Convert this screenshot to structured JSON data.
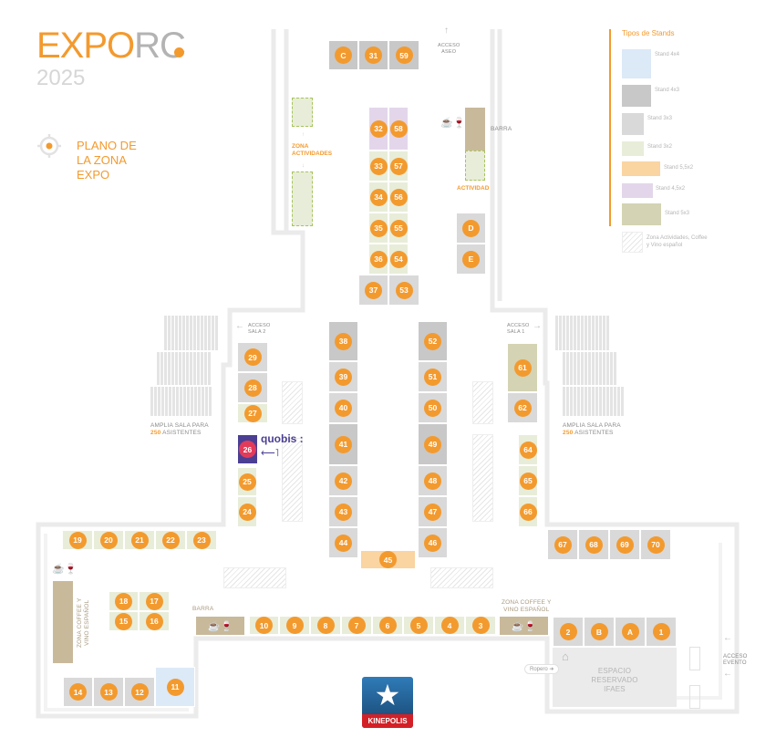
{
  "header": {
    "title_expo": "EXPO",
    "title_rc": "RC",
    "year": "2025",
    "subtitle_lines": [
      "PLANO DE",
      "LA ZONA",
      "EXPO"
    ]
  },
  "legend": {
    "title": "Tipos de Stands",
    "items": [
      {
        "label": "Stand 4x4",
        "color": "#dce9f7"
      },
      {
        "label": "Stand 4x3",
        "color": "#c8c8c8"
      },
      {
        "label": "Stand 3x3",
        "color": "#d9d9d9"
      },
      {
        "label": "Stand 3x2",
        "color": "#e8edd9"
      },
      {
        "label": "Stand 5,5x2",
        "color": "#fad4a1"
      },
      {
        "label": "Stand 4,5x2",
        "color": "#e3d6ea"
      },
      {
        "label": "Stand 5x3",
        "color": "#d4d3b3"
      },
      {
        "label": "Zona Actividades, Coffee y Vino español",
        "color": "hatched"
      }
    ]
  },
  "labels": {
    "acceso_aseo": [
      "ACCESO",
      "ASEO"
    ],
    "zona_actividades": [
      "ZONA",
      "ACTIVIDADES"
    ],
    "barra_top": "BARRA",
    "actividad": "ACTIVIDAD",
    "acceso_sala2": [
      "ACCESO",
      "SALA 2"
    ],
    "acceso_sala1": [
      "ACCESO",
      "SALA 1"
    ],
    "sala_left": {
      "line1": "AMPLIA SALA PARA",
      "count": "250",
      "rest": "ASISTENTES"
    },
    "sala_right": {
      "line1": "AMPLIA SALA PARA",
      "count": "250",
      "rest": "ASISTENTES"
    },
    "barra_bottom": "BARRA",
    "zona_coffee_right": [
      "ZONA COFFEE Y",
      "VINO ESPAÑOL"
    ],
    "zona_coffee_left": [
      "ZONA COFFEE Y",
      "VINO ESPAÑOL"
    ],
    "ropero": "Ropero",
    "espacio": [
      "ESPACIO",
      "RESERVADO",
      "IFAES"
    ],
    "acceso_evento": [
      "ACCESO",
      "EVENTO"
    ],
    "quobis": "quobis",
    "kinepolis": "KINEPOLIS"
  },
  "accent_color": "#f39a2e",
  "stands": [
    {
      "id": "C",
      "type": "4x3"
    },
    {
      "id": "31",
      "type": "4x3"
    },
    {
      "id": "59",
      "type": "4x3"
    },
    {
      "id": "32",
      "type": "4,5x2"
    },
    {
      "id": "58",
      "type": "4,5x2"
    },
    {
      "id": "33",
      "type": "3x2"
    },
    {
      "id": "57",
      "type": "3x2"
    },
    {
      "id": "34",
      "type": "3x2"
    },
    {
      "id": "56",
      "type": "3x2"
    },
    {
      "id": "35",
      "type": "3x2"
    },
    {
      "id": "55",
      "type": "3x2"
    },
    {
      "id": "36",
      "type": "3x2"
    },
    {
      "id": "54",
      "type": "3x2"
    },
    {
      "id": "37",
      "type": "3x3"
    },
    {
      "id": "53",
      "type": "3x3"
    },
    {
      "id": "D",
      "type": "3x3"
    },
    {
      "id": "E",
      "type": "3x3"
    },
    {
      "id": "38",
      "type": "4x3"
    },
    {
      "id": "39",
      "type": "3x3"
    },
    {
      "id": "40",
      "type": "3x3"
    },
    {
      "id": "41",
      "type": "4x3"
    },
    {
      "id": "42",
      "type": "3x3"
    },
    {
      "id": "43",
      "type": "3x3"
    },
    {
      "id": "44",
      "type": "3x3"
    },
    {
      "id": "52",
      "type": "4x3"
    },
    {
      "id": "51",
      "type": "3x3"
    },
    {
      "id": "50",
      "type": "3x3"
    },
    {
      "id": "49",
      "type": "4x3"
    },
    {
      "id": "48",
      "type": "3x3"
    },
    {
      "id": "47",
      "type": "3x3"
    },
    {
      "id": "46",
      "type": "3x3"
    },
    {
      "id": "45",
      "type": "5,5x2"
    },
    {
      "id": "29",
      "type": "3x3"
    },
    {
      "id": "28",
      "type": "3x3"
    },
    {
      "id": "27",
      "type": "3x2"
    },
    {
      "id": "26",
      "type": "quobis"
    },
    {
      "id": "25",
      "type": "3x2"
    },
    {
      "id": "24",
      "type": "3x2"
    },
    {
      "id": "61",
      "type": "5x3"
    },
    {
      "id": "62",
      "type": "3x3"
    },
    {
      "id": "64",
      "type": "3x2"
    },
    {
      "id": "65",
      "type": "3x2"
    },
    {
      "id": "66",
      "type": "3x2"
    },
    {
      "id": "67",
      "type": "3x3"
    },
    {
      "id": "68",
      "type": "3x3"
    },
    {
      "id": "69",
      "type": "3x3"
    },
    {
      "id": "70",
      "type": "3x3"
    },
    {
      "id": "19",
      "type": "3x2"
    },
    {
      "id": "20",
      "type": "3x2"
    },
    {
      "id": "21",
      "type": "3x2"
    },
    {
      "id": "22",
      "type": "3x2"
    },
    {
      "id": "23",
      "type": "3x2"
    },
    {
      "id": "18",
      "type": "3x2"
    },
    {
      "id": "17",
      "type": "3x2"
    },
    {
      "id": "15",
      "type": "3x2"
    },
    {
      "id": "16",
      "type": "3x2"
    },
    {
      "id": "14",
      "type": "3x3"
    },
    {
      "id": "13",
      "type": "3x3"
    },
    {
      "id": "12",
      "type": "3x3"
    },
    {
      "id": "11",
      "type": "4x4"
    },
    {
      "id": "10",
      "type": "3x2"
    },
    {
      "id": "9",
      "type": "3x2"
    },
    {
      "id": "8",
      "type": "3x2"
    },
    {
      "id": "7",
      "type": "3x2"
    },
    {
      "id": "6",
      "type": "3x2"
    },
    {
      "id": "5",
      "type": "3x2"
    },
    {
      "id": "4",
      "type": "3x2"
    },
    {
      "id": "3",
      "type": "3x2"
    },
    {
      "id": "2",
      "type": "3x3"
    },
    {
      "id": "B",
      "type": "3x3"
    },
    {
      "id": "A",
      "type": "3x3"
    },
    {
      "id": "1",
      "type": "3x3"
    }
  ]
}
